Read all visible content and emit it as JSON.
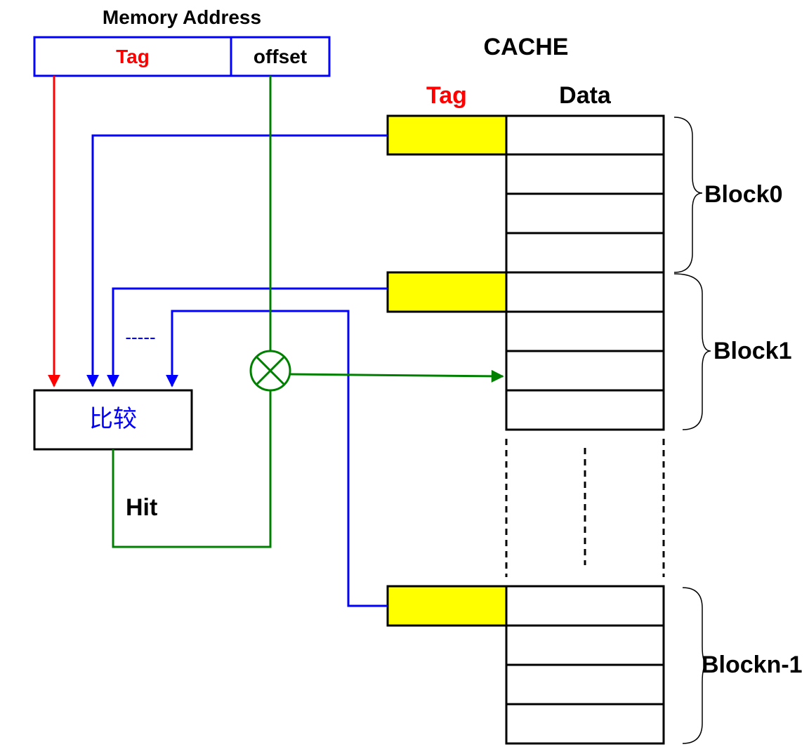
{
  "memory_address": {
    "title": "Memory Address",
    "tag_label": "Tag",
    "offset_label": "offset"
  },
  "cache": {
    "title": "CACHE",
    "tag_header": "Tag",
    "data_header": "Data",
    "blocks": [
      {
        "label": "Block0"
      },
      {
        "label": "Block1"
      },
      {
        "label": "Blockn-1"
      }
    ]
  },
  "comparator": {
    "label": "比较",
    "ellipsis": "-----"
  },
  "hit_label": "Hit",
  "colors": {
    "tag": "#ff0000",
    "compare_wires": "#0000ff",
    "offset_wires": "#008000",
    "tag_cell_fill": "#ffff00",
    "outline": "#000000"
  }
}
